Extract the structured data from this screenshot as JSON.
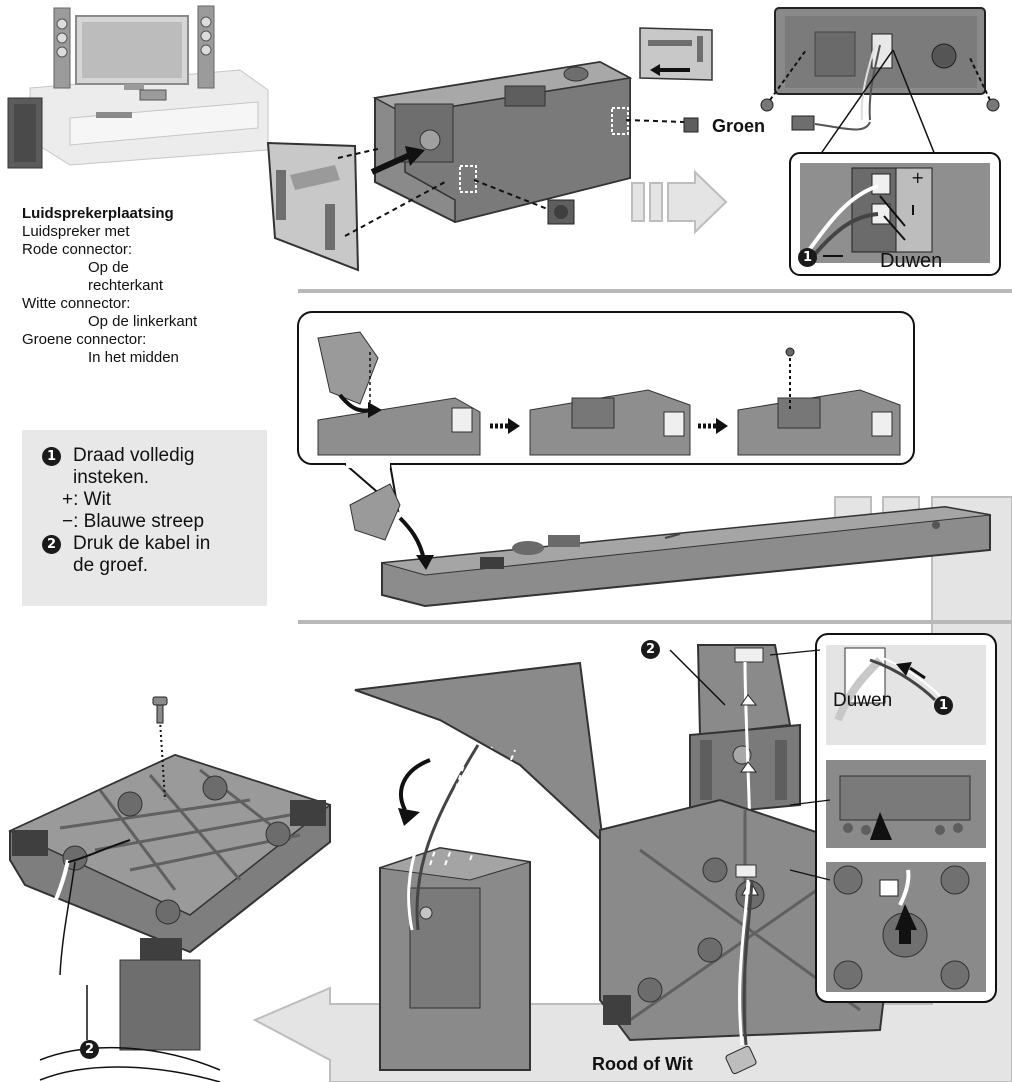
{
  "placement": {
    "heading": "Luidsprekerplaatsing",
    "line1": "Luidspreker met",
    "red_connector": "Rode connector:",
    "red_position_1": "Op de",
    "red_position_2": "rechterkant",
    "white_connector": "Witte connector:",
    "white_position": "Op de linkerkant",
    "green_connector": "Groene connector:",
    "green_position": "In het midden"
  },
  "legend": {
    "step1_marker": "1",
    "step1_line1": "Draad volledig",
    "step1_line2": "insteken.",
    "plus_line": "+: Wit",
    "minus_line": "−: Blauwe streep",
    "step2_marker": "2",
    "step2_line1": "Druk de kabel in",
    "step2_line2": "de groef."
  },
  "labels": {
    "groen": "Groen",
    "duwen_top": "Duwen",
    "marker_1_top": "1",
    "marker_2_right": "2",
    "duwen_right": "Duwen",
    "marker_1_right": "1",
    "marker_2_left": "2",
    "rood_of_wit": "Rood of Wit"
  },
  "colors": {
    "background": "#ffffff",
    "speaker_gray": "#8a8a8a",
    "speaker_dark": "#5e5e5e",
    "divider": "#b8b8b8",
    "legend_bg": "#e8e8e8",
    "flow_arrow": "#e4e4e4"
  }
}
